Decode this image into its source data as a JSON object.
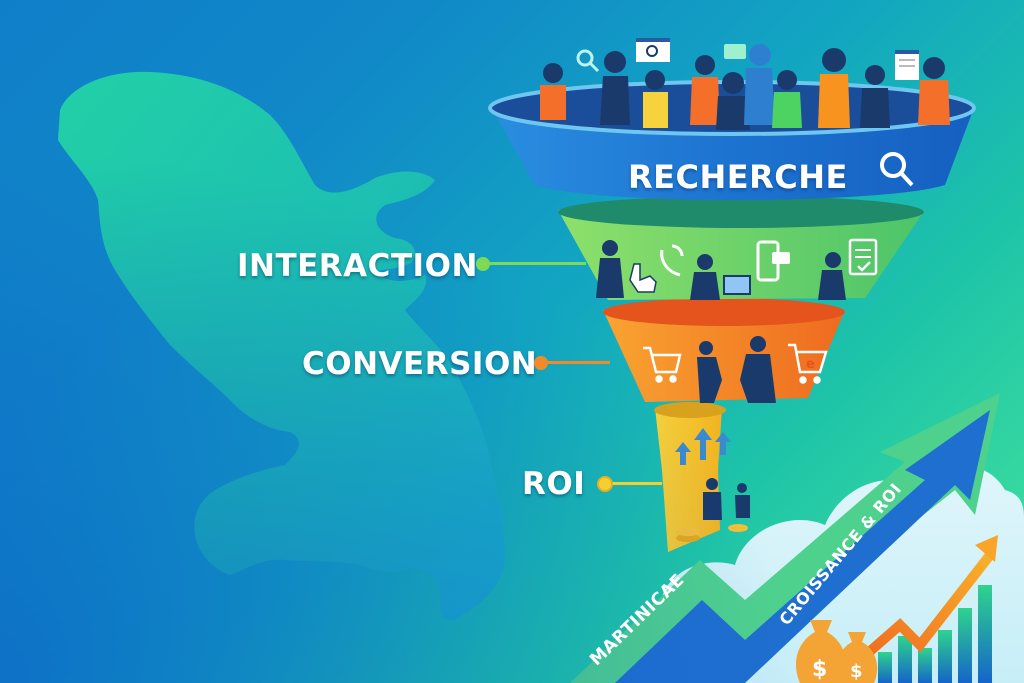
{
  "infographic": {
    "background_map": "Martinique island silhouette",
    "funnel": {
      "stages": [
        {
          "id": "recherche",
          "label": "RECHERCHE",
          "color": "#1f78d1",
          "icons": [
            "search-icon",
            "browser-search-icon",
            "chat-bubble-icon",
            "document-icon"
          ]
        },
        {
          "id": "interaction",
          "label": "INTERACTION",
          "color": "#6ccf4a",
          "icons": [
            "click-hand-icon",
            "phone-call-icon",
            "smartphone-chat-icon",
            "checklist-icon"
          ]
        },
        {
          "id": "conversion",
          "label": "CONVERSION",
          "color": "#f07a22",
          "icons": [
            "shopping-cart-icon",
            "handshake-icon",
            "ecommerce-cart-icon"
          ]
        },
        {
          "id": "roi",
          "label": "ROI",
          "color": "#f5c22a",
          "icons": [
            "up-arrows-icon",
            "celebrating-people-icon",
            "coin-stack-icon"
          ]
        }
      ]
    },
    "side_labels": {
      "interaction": "INTERACTION",
      "conversion": "CONVERSION",
      "roi": "ROI"
    },
    "connector_colors": {
      "interaction": "#7ed957",
      "conversion": "#f08a2a",
      "roi": "#f5cf2e"
    },
    "growth_arrow": {
      "text_left": "MARTINICAE",
      "text_right": "CROISSANCE & ROI",
      "colors": {
        "outer": "#4fd18e",
        "inner": "#1f6fd0"
      }
    },
    "mini_chart": {
      "bars": [
        3,
        5,
        4,
        6,
        8,
        10
      ],
      "trend_arrow_color": "#f59a24",
      "money_bags": 2,
      "money_symbol": "$"
    },
    "colors": {
      "bg_top_left": "#0f7fc9",
      "bg_top_right": "#46e69a",
      "bg_bottom_left": "#0b5fc4",
      "island": "#20c7a8"
    }
  }
}
